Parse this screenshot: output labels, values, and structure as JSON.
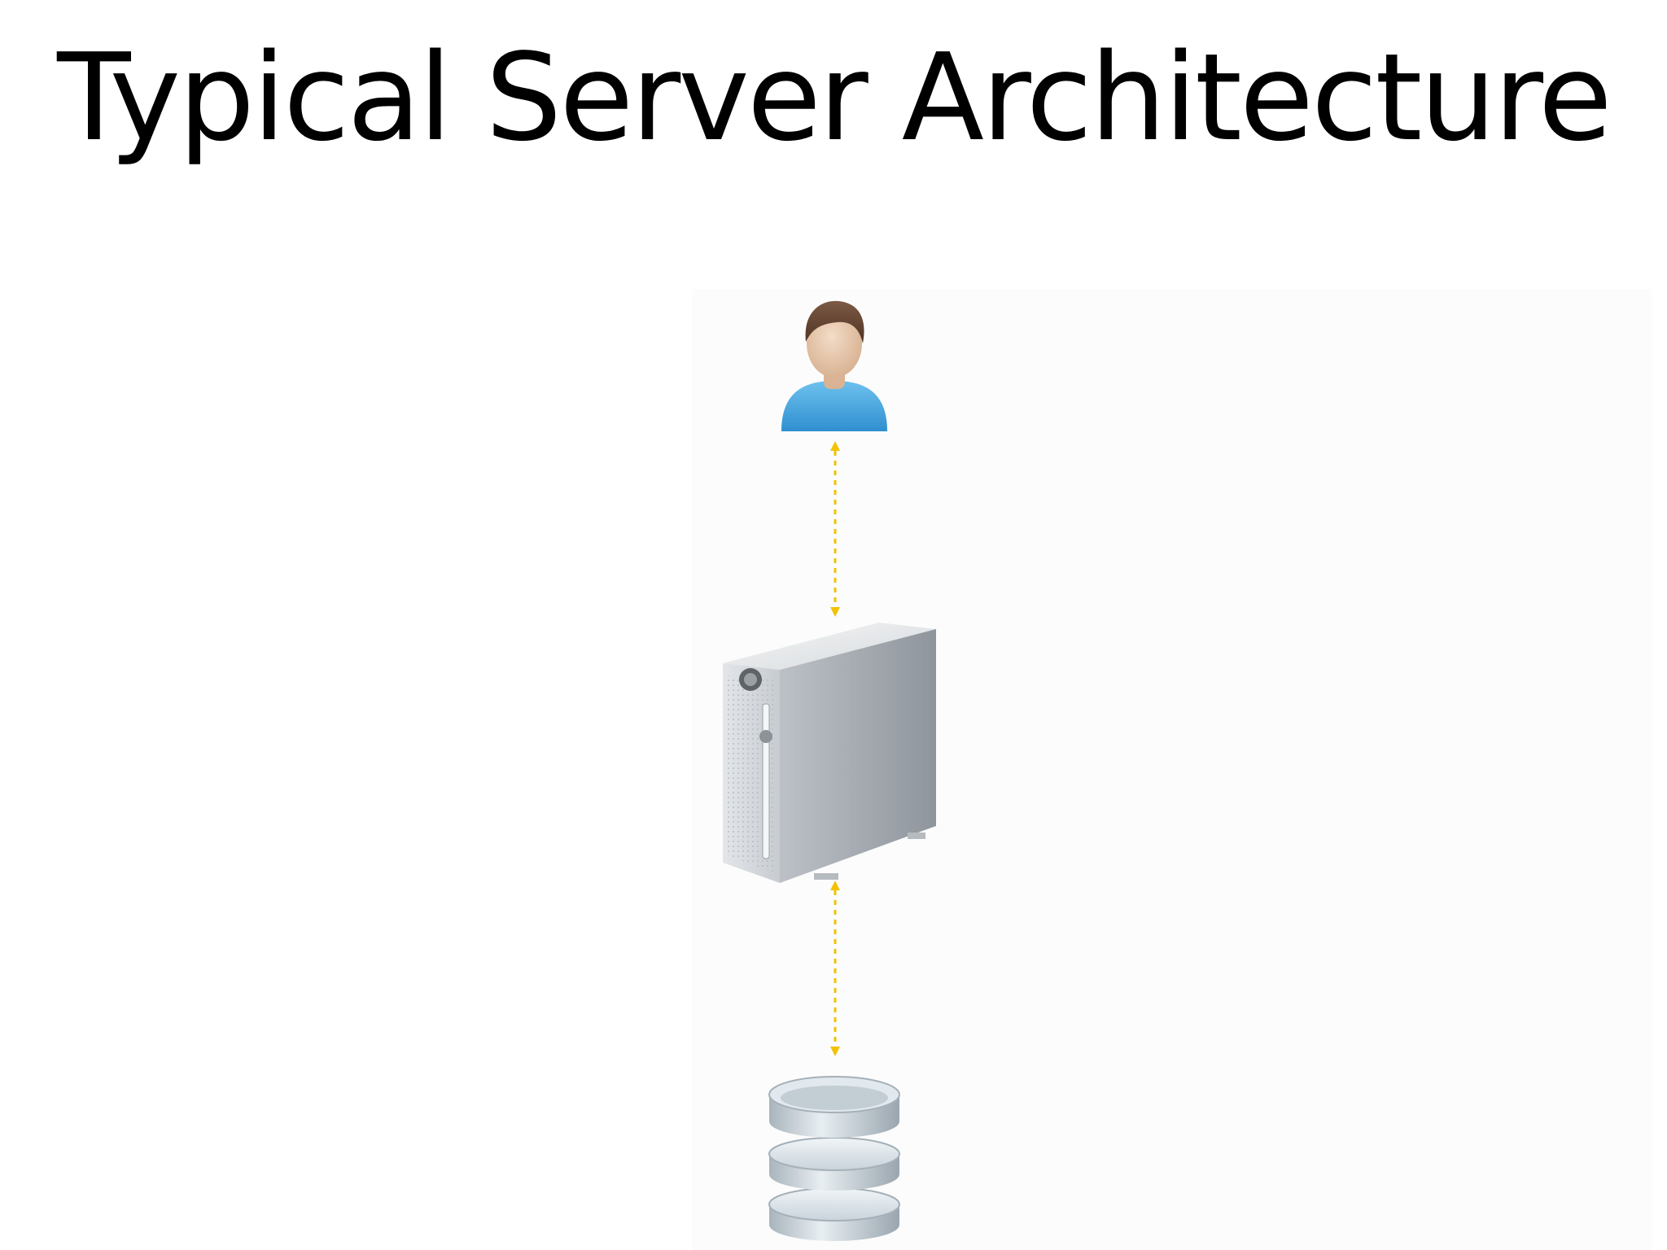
{
  "slide": {
    "title": "Typical Server Architecture"
  },
  "diagram": {
    "nodes": [
      {
        "role": "client",
        "icon": "user-icon"
      },
      {
        "role": "server",
        "icon": "server-tower-icon"
      },
      {
        "role": "database",
        "icon": "database-icon"
      }
    ],
    "connections": [
      {
        "from": "client",
        "to": "server",
        "style": "dotted",
        "direction": "bidirectional"
      },
      {
        "from": "server",
        "to": "database",
        "style": "dotted",
        "direction": "bidirectional"
      }
    ],
    "colors": {
      "connector": "#f2c200",
      "user_shirt": "#3f9fd8",
      "user_hair": "#6b4a35",
      "server_body": "#c4c8cc",
      "database_body": "#b9c4cc"
    }
  }
}
